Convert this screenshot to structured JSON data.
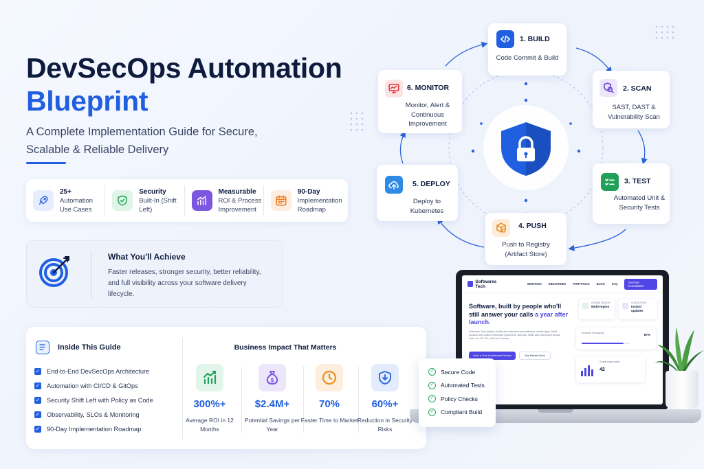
{
  "hero": {
    "title_line1": "DevSecOps Automation",
    "title_line2": "Blueprint",
    "subtitle": "A Complete Implementation Guide for Secure, Scalable & Reliable Delivery"
  },
  "features": [
    {
      "bold": "25+",
      "text": "Automation Use Cases",
      "icon": "rocket-icon",
      "color": "#3b6fe0",
      "bg": "#e5edff"
    },
    {
      "bold": "Security",
      "text": "Built-In (Shift Left)",
      "icon": "shield-check-icon",
      "color": "#22a05a",
      "bg": "#def5e7"
    },
    {
      "bold": "Measurable",
      "text": "ROI & Process Improvement",
      "icon": "chart-up-icon",
      "color": "#ffffff",
      "bg": "#7b57e0"
    },
    {
      "bold": "90-Day",
      "text": "Implementation Roadmap",
      "icon": "calendar-icon",
      "color": "#ee7a1e",
      "bg": "#fdece0"
    }
  ],
  "achieve": {
    "title": "What You'll Achieve",
    "text": "Faster releases, stronger security, better reliability, and full visibility across your software delivery lifecycle."
  },
  "guide": {
    "title": "Inside This Guide",
    "items": [
      "End-to-End DevSecOps Architecture",
      "Automation with CI/CD & GitOps",
      "Security Shift Left with Policy as Code",
      "Observability, SLOs & Monitoring",
      "90-Day Implementation Roadmap"
    ]
  },
  "impact": {
    "title": "Business Impact That Matters",
    "metrics": [
      {
        "value": "300%+",
        "label": "Average ROI in 12 Months",
        "icon": "bar-chart-icon",
        "color": "#22a05a",
        "bg": "#e2f5ea"
      },
      {
        "value": "$2.4M+",
        "label": "Potential Savings per Year",
        "icon": "money-bag-icon",
        "color": "#7b57e0",
        "bg": "#ece6fb"
      },
      {
        "value": "70%",
        "label": "Faster Time to Market",
        "icon": "clock-icon",
        "color": "#ee8f1e",
        "bg": "#fdeede"
      },
      {
        "value": "60%+",
        "label": "Reduction in Security Risks",
        "icon": "shield-down-icon",
        "color": "#2f6ee0",
        "bg": "#e3ecfd"
      }
    ]
  },
  "cycle": {
    "colors": {
      "ring": "#b8c9ee",
      "arrow": "#2b62d6",
      "shield": "#1f5fe0"
    },
    "nodes": [
      {
        "title": "1. BUILD",
        "desc": "Code Commit & Build",
        "icon": "code-icon",
        "icon_bg": "#1f5fe0",
        "icon_color": "#ffffff"
      },
      {
        "title": "2. SCAN",
        "desc": "SAST, DAST & Vulnerability Scan",
        "icon": "scan-icon",
        "icon_bg": "#ece6fb",
        "icon_color": "#6c47d8"
      },
      {
        "title": "3. TEST",
        "desc": "Automated Unit & Security Tests",
        "icon": "checklist-icon",
        "icon_bg": "#22a05a",
        "icon_color": "#ffffff"
      },
      {
        "title": "4. PUSH",
        "desc": "Push to Registry (Artifact Store)",
        "icon": "box-icon",
        "icon_bg": "#fdecd8",
        "icon_color": "#e58a1c"
      },
      {
        "title": "5. DEPLOY",
        "desc": "Deploy to Kubernetes",
        "icon": "cloud-upload-icon",
        "icon_bg": "#2f8ae6",
        "icon_color": "#ffffff"
      },
      {
        "title": "6. MONITOR",
        "desc": "Monitor, Alert & Continuous Improvement",
        "icon": "monitor-icon",
        "icon_bg": "#fde3e3",
        "icon_color": "#e0393e"
      }
    ]
  },
  "laptop": {
    "logo": "Softwares Tech",
    "menu": [
      "SERVICES",
      "INDUSTRIES",
      "PORTFOLIO",
      "BLOG",
      "FAQ"
    ],
    "cta": "Get Free Consultation",
    "headline_1": "Software, built by people who'll still answer your calls",
    "headline_2": "a year after launch.",
    "paragraph": "Softwares Tech designs, builds and maintains web platforms, mobile apps, SaaS products and custom enterprise systems for startups, SMBs and enterprises across India, the US, UK, UAE and Canada.",
    "button_primary": "Book a Free Architecture Review",
    "button_secondary": "See Recent Work",
    "card1_small": "GLOBAL REACH",
    "card1_bold": "Multi-region",
    "card2_small": "CLOUD SYNC",
    "card2_bold": "Instant updates",
    "metric_label": "AI Model Throughput",
    "metric_value": "87%",
    "metric_fill": 0.87,
    "stat_label": "Global edge nodes",
    "stat_value": "42"
  },
  "checklist": [
    "Secure Code",
    "Automated Tests",
    "Policy Checks",
    "Compliant Build"
  ]
}
